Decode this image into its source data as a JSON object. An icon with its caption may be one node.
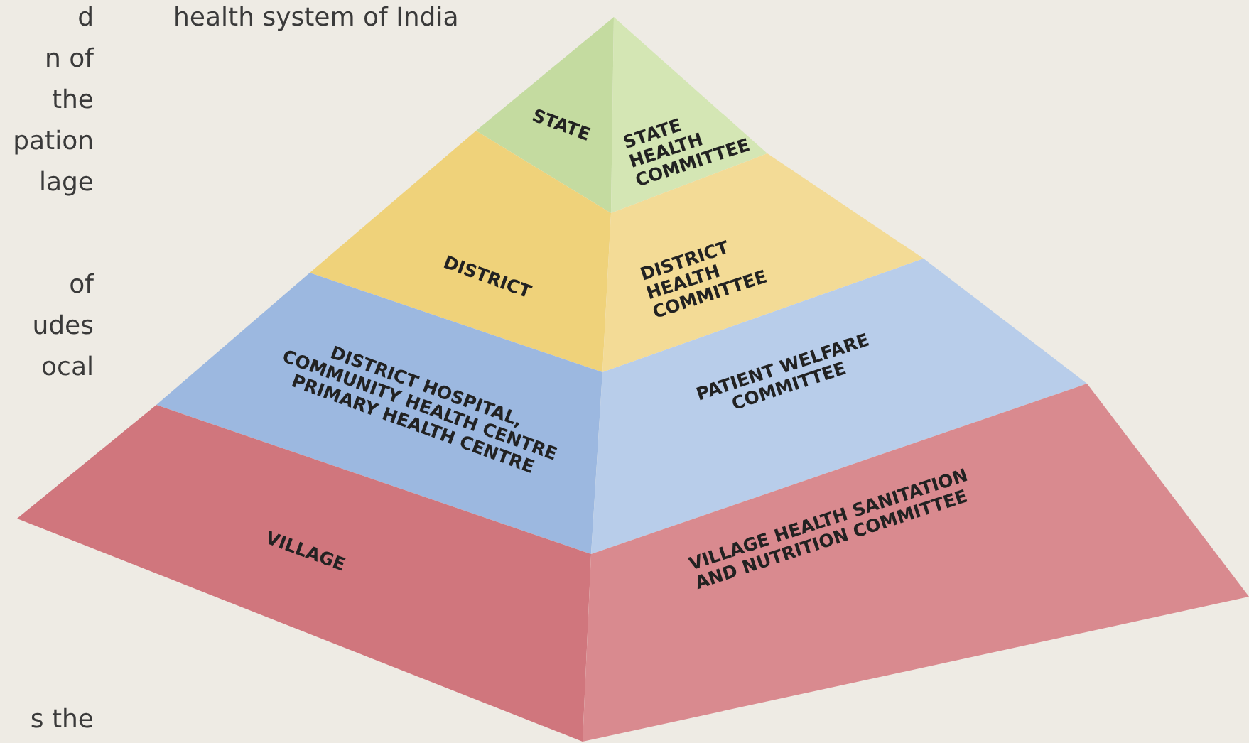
{
  "diagram": {
    "nodes": [
      {
        "text": [
          "STATE"
        ]
      },
      {
        "text": [
          "STATE HEALTH COMMITTEE"
        ]
      },
      {
        "text": [
          "DISTRICT"
        ]
      },
      {
        "text": [
          "DISTRICT HEALTH COMMITTEE"
        ]
      },
      {
        "text": [
          "DISTRICT HOSPITAL, COMMUNITY HEALTH CENTRE PRIMARY HEALTH CENTRE"
        ]
      },
      {
        "text": [
          "PATIENT WELFARE COMMITTEE"
        ]
      },
      {
        "text": [
          "VILLAGE"
        ]
      },
      {
        "text": [
          "VILLAGE HEALTH SANITATION AND NUTRITION COMMITTEE"
        ]
      }
    ],
    "edges": [],
    "labels": [
      "d",
      "health system of India",
      "n of",
      "the",
      "pation",
      "lage",
      "of",
      "udes",
      "ocal",
      "s the"
    ]
  }
}
